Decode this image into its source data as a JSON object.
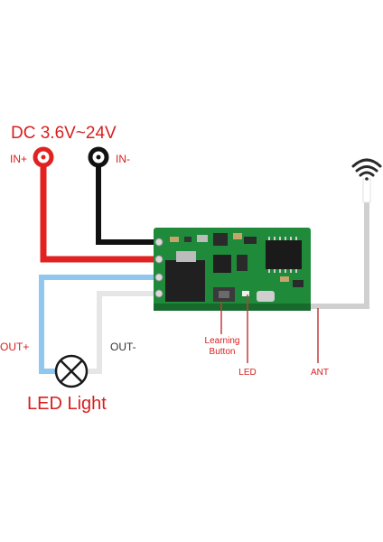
{
  "power": {
    "title": "DC 3.6V~24V",
    "in_plus": "IN+",
    "in_minus": "IN-"
  },
  "outputs": {
    "out_plus": "OUT+",
    "out_minus": "OUT-",
    "lamp_label": "LED Light"
  },
  "callouts": {
    "learning_button": [
      "Learning",
      "Button"
    ],
    "led": "LED",
    "antenna": "ANT"
  },
  "icons": [
    "wifi-icon",
    "lamp-icon"
  ],
  "colors": {
    "title_red": "#d81e1e",
    "wire_red": "#e02222",
    "wire_black": "#111111",
    "wire_blue": "#8fc7ee",
    "wire_white": "#e6e6e6",
    "antenna_grey": "#d0d0d0",
    "pcb_green": "#1e8a3a",
    "callout_line": "#c43a3a"
  }
}
